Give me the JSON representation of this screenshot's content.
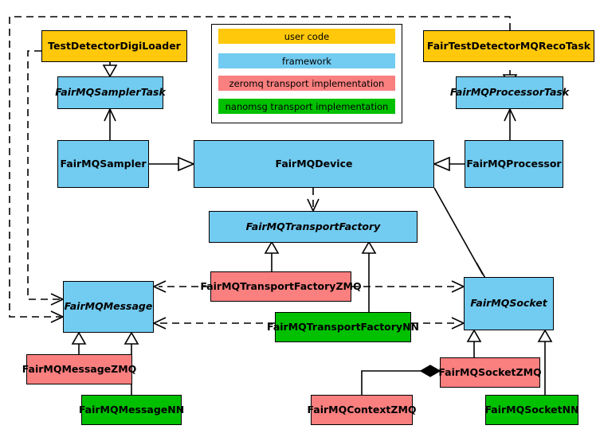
{
  "diagram": {
    "title": "FairMQ class diagram",
    "type": "uml-class-diagram",
    "background": "#ffffff"
  },
  "palette": {
    "user_code": "#ffc80a",
    "framework": "#72cbf0",
    "zeromq": "#fa7f7f",
    "nanomsg": "#00c000",
    "stroke": "#000000"
  },
  "legend": {
    "items": [
      {
        "label": "user code",
        "color": "#ffc80a"
      },
      {
        "label": "framework",
        "color": "#72cbf0"
      },
      {
        "label": "zeromq transport implementation",
        "color": "#fa7f7f"
      },
      {
        "label": "nanomsg transport implementation",
        "color": "#00c000"
      }
    ]
  },
  "nodes": [
    {
      "id": "TestDetectorDigiLoader",
      "label": "TestDetectorDigiLoader",
      "category": "user code",
      "style": "bold"
    },
    {
      "id": "FairTestDetectorMQRecoTask",
      "label": "FairTestDetectorMQRecoTask",
      "category": "user code",
      "style": "bold"
    },
    {
      "id": "FairMQSamplerTask",
      "label": "FairMQSamplerTask",
      "category": "framework",
      "style": "italic"
    },
    {
      "id": "FairMQProcessorTask",
      "label": "FairMQProcessorTask",
      "category": "framework",
      "style": "italic"
    },
    {
      "id": "FairMQSampler",
      "label": "FairMQSampler",
      "category": "framework",
      "style": "bold"
    },
    {
      "id": "FairMQDevice",
      "label": "FairMQDevice",
      "category": "framework",
      "style": "bold"
    },
    {
      "id": "FairMQProcessor",
      "label": "FairMQProcessor",
      "category": "framework",
      "style": "bold"
    },
    {
      "id": "FairMQTransportFactory",
      "label": "FairMQTransportFactory",
      "category": "framework",
      "style": "italic"
    },
    {
      "id": "FairMQTransportFactoryZMQ",
      "label": "FairMQTransportFactoryZMQ",
      "category": "zeromq transport implementation",
      "style": "bold"
    },
    {
      "id": "FairMQTransportFactoryNN",
      "label": "FairMQTransportFactoryNN",
      "category": "nanomsg transport implementation",
      "style": "bold"
    },
    {
      "id": "FairMQMessage",
      "label": "FairMQMessage",
      "category": "framework",
      "style": "italic"
    },
    {
      "id": "FairMQSocket",
      "label": "FairMQSocket",
      "category": "framework",
      "style": "italic"
    },
    {
      "id": "FairMQMessageZMQ",
      "label": "FairMQMessageZMQ",
      "category": "zeromq transport implementation",
      "style": "bold"
    },
    {
      "id": "FairMQMessageNN",
      "label": "FairMQMessageNN",
      "category": "nanomsg transport implementation",
      "style": "bold"
    },
    {
      "id": "FairMQSocketZMQ",
      "label": "FairMQSocketZMQ",
      "category": "zeromq transport implementation",
      "style": "bold"
    },
    {
      "id": "FairMQSocketNN",
      "label": "FairMQSocketNN",
      "category": "nanomsg transport implementation",
      "style": "bold"
    },
    {
      "id": "FairMQContextZMQ",
      "label": "FairMQContextZMQ",
      "category": "zeromq transport implementation",
      "style": "bold"
    }
  ],
  "edges": [
    {
      "from": "TestDetectorDigiLoader",
      "to": "FairMQSamplerTask",
      "type": "generalization"
    },
    {
      "from": "FairTestDetectorMQRecoTask",
      "to": "FairMQProcessorTask",
      "type": "generalization"
    },
    {
      "from": "FairMQSampler",
      "to": "FairMQSamplerTask",
      "type": "association"
    },
    {
      "from": "FairMQProcessor",
      "to": "FairMQProcessorTask",
      "type": "association"
    },
    {
      "from": "FairMQSampler",
      "to": "FairMQDevice",
      "type": "generalization"
    },
    {
      "from": "FairMQProcessor",
      "to": "FairMQDevice",
      "type": "generalization"
    },
    {
      "from": "FairMQDevice",
      "to": "FairMQTransportFactory",
      "type": "dependency"
    },
    {
      "from": "FairMQDevice",
      "to": "FairMQSocket",
      "type": "association"
    },
    {
      "from": "FairMQTransportFactoryZMQ",
      "to": "FairMQTransportFactory",
      "type": "generalization"
    },
    {
      "from": "FairMQTransportFactoryNN",
      "to": "FairMQTransportFactory",
      "type": "generalization"
    },
    {
      "from": "FairMQTransportFactoryZMQ",
      "to": "FairMQMessage",
      "type": "dependency"
    },
    {
      "from": "FairMQTransportFactoryZMQ",
      "to": "FairMQSocket",
      "type": "dependency"
    },
    {
      "from": "FairMQTransportFactoryNN",
      "to": "FairMQMessage",
      "type": "dependency"
    },
    {
      "from": "FairMQTransportFactoryNN",
      "to": "FairMQSocket",
      "type": "dependency"
    },
    {
      "from": "TestDetectorDigiLoader",
      "to": "FairMQMessage",
      "type": "dependency"
    },
    {
      "from": "FairTestDetectorMQRecoTask",
      "to": "FairMQMessage",
      "type": "dependency"
    },
    {
      "from": "FairMQMessageZMQ",
      "to": "FairMQMessage",
      "type": "generalization"
    },
    {
      "from": "FairMQMessageNN",
      "to": "FairMQMessage",
      "type": "generalization"
    },
    {
      "from": "FairMQSocketZMQ",
      "to": "FairMQSocket",
      "type": "generalization"
    },
    {
      "from": "FairMQSocketNN",
      "to": "FairMQSocket",
      "type": "generalization"
    },
    {
      "from": "FairMQSocketZMQ",
      "to": "FairMQContextZMQ",
      "type": "composition"
    }
  ]
}
